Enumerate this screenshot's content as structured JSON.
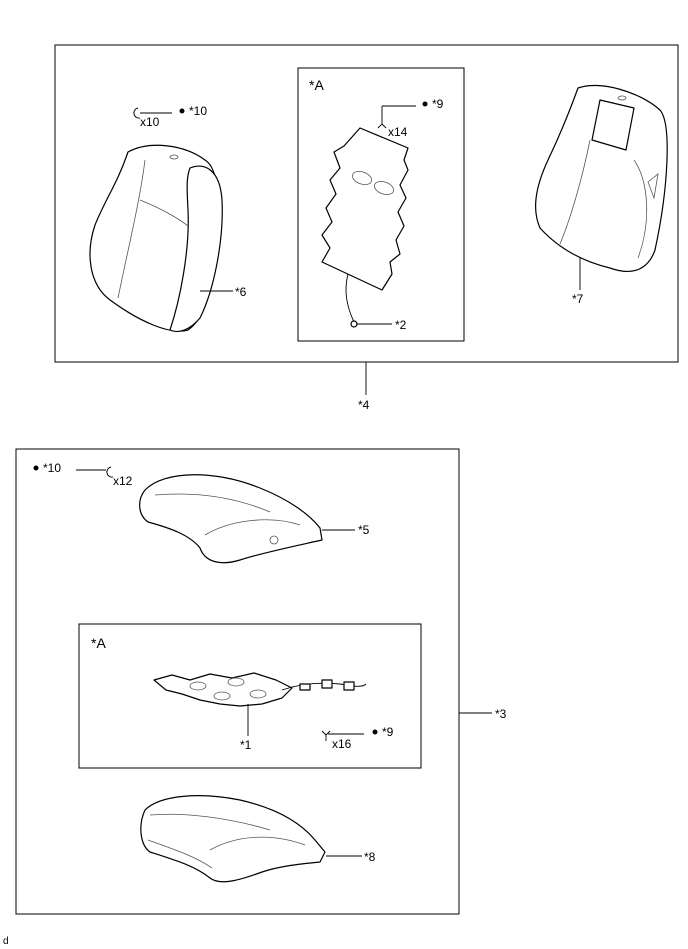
{
  "labels": {
    "p1": "*1",
    "p2": "*2",
    "p3": "*3",
    "p4": "*4",
    "p5": "*5",
    "p6": "*6",
    "p7": "*7",
    "p8": "*8",
    "p9": "*9",
    "p10": "*10",
    "groupA": "*A"
  },
  "quantities": {
    "hog_ring_upper": "x10",
    "hog_ring_lower": "x12",
    "clip_upper": "x14",
    "clip_lower": "x16"
  },
  "corner_code": "d"
}
